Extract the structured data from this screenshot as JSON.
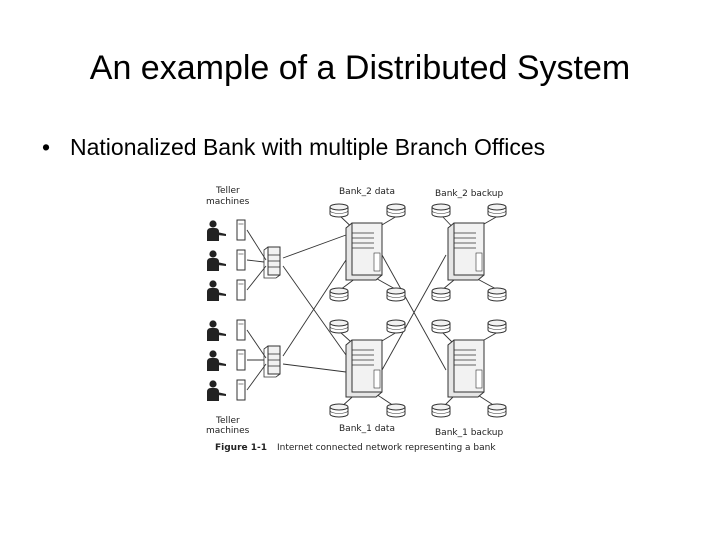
{
  "slide": {
    "title": "An example of a Distributed System",
    "bullet_marker": "•",
    "bullet_text": "Nationalized Bank with multiple Branch Offices"
  },
  "figure": {
    "top_teller_label_line1": "Teller",
    "top_teller_label_line2": "machines",
    "bottom_teller_label_line1": "Teller",
    "bottom_teller_label_line2": "machines",
    "bank2_data_label": "Bank_2 data",
    "bank2_backup_label": "Bank_2 backup",
    "bank1_data_label": "Bank_1 data",
    "bank1_backup_label": "Bank_1 backup",
    "caption_number": "Figure 1-1",
    "caption_text": "Internet connected network representing a bank"
  },
  "colors": {
    "background": "#ffffff",
    "text": "#000000",
    "line": "#333333",
    "fill_light": "#f2f2f2",
    "person": "#222222"
  }
}
